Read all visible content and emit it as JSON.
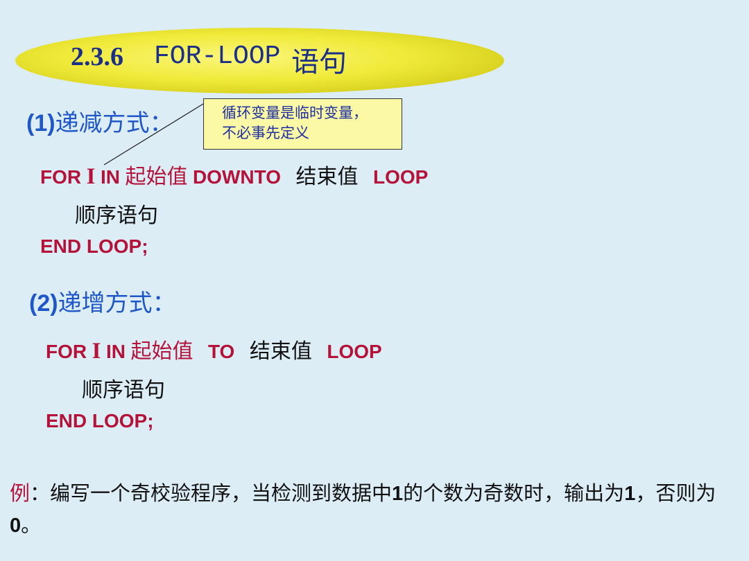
{
  "title": {
    "number": "2.3.6",
    "text": "FOR-LOOP",
    "suffix": "语句"
  },
  "section1": {
    "prefix": "(1)",
    "label": "递减方式",
    "colon": "：",
    "note_line1": "循环变量是临时变量，",
    "note_line2": "不必事先定义",
    "line1": {
      "for": "FOR",
      "var": "I",
      "in": "IN",
      "start": "起始值",
      "dir": "DOWNTO",
      "end": "结束值",
      "loop": "LOOP"
    },
    "body": "顺序语句",
    "end": "END LOOP;"
  },
  "section2": {
    "prefix": "(2)",
    "label": "递增方式",
    "colon": "：",
    "line1": {
      "for": "FOR",
      "var": "I",
      "in": "IN",
      "start": "起始值",
      "dir": "TO",
      "end": "结束值",
      "loop": "LOOP"
    },
    "body": "顺序语句",
    "end": "END LOOP;"
  },
  "example": {
    "label": "例",
    "text1": "：编写一个奇校验程序，当检测到数据中",
    "n1": "1",
    "text2": "的个数为奇数时，输出为",
    "n2": "1",
    "text3": "，否则为",
    "n3": "0",
    "text4": "。"
  }
}
